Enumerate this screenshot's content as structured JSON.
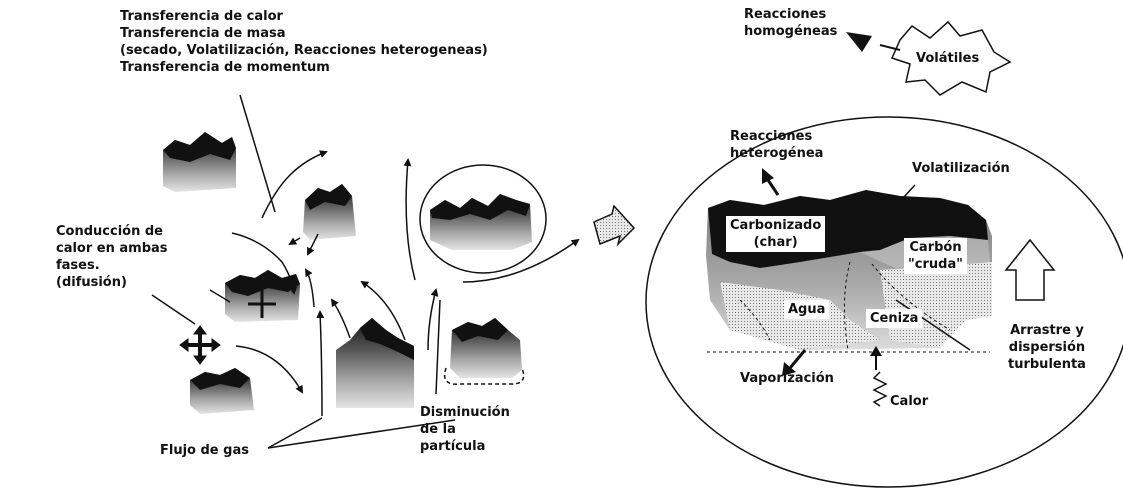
{
  "left_panel": {
    "transport_header": [
      "Transferencia de calor",
      "Transferencia de masa",
      "(secado, Volatilización, Reacciones heterogeneas)",
      "Transferencia de momentum"
    ],
    "conduction_label": [
      "Conducción de",
      "calor en ambas",
      "fases.",
      "(difusión)"
    ],
    "gas_flow_label": "Flujo de gas",
    "shrink_label": [
      "Disminución",
      "de la",
      "partícula"
    ]
  },
  "right_panel": {
    "homogeneous_reactions": [
      "Reacciones",
      "homogéneas"
    ],
    "volatiles": "Volátiles",
    "heterogeneous_reactions": [
      "Reacciones",
      "heterogénea"
    ],
    "volatilization": "Volatilización",
    "char": [
      "Carbonizado",
      "(char)"
    ],
    "raw_coal": [
      "Carbón",
      "\"cruda\""
    ],
    "water": "Agua",
    "ash": "Ceniza",
    "vaporization": "Vaporización",
    "heat": "Calor",
    "drag": [
      "Arrastre y",
      "dispersión",
      "turbulenta"
    ]
  },
  "colors": {
    "ink": "#111111",
    "paper": "#ffffff",
    "dark_fill": "#1a1a1a",
    "mid_fill": "#8c8c8c",
    "light_fill": "#d6d6d6"
  }
}
